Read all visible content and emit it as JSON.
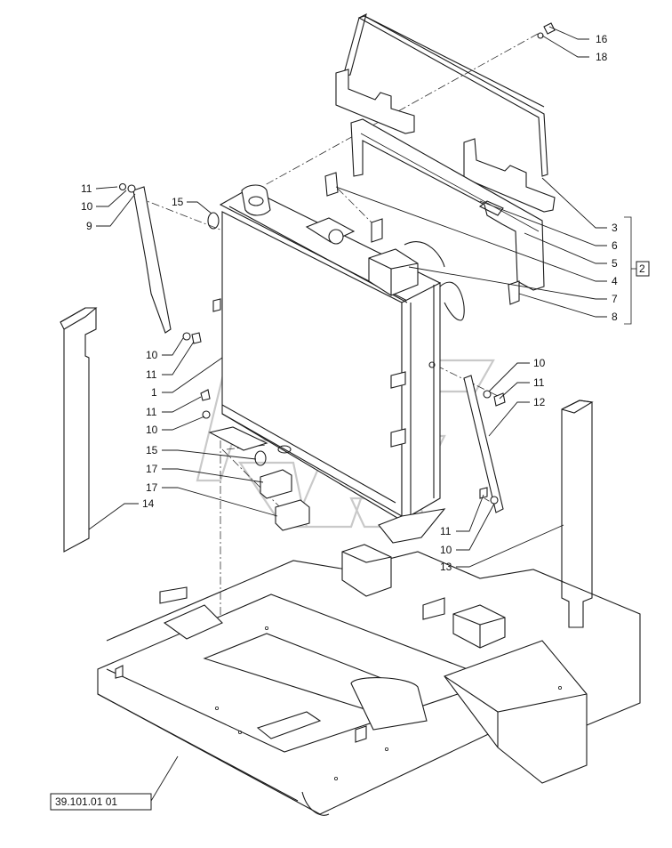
{
  "callouts": {
    "c16": "16",
    "c18": "18",
    "c11a": "11",
    "c10a": "10",
    "c9": "9",
    "c15a": "15",
    "c3": "3",
    "c6": "6",
    "c5": "5",
    "c4": "4",
    "c7": "7",
    "c8": "8",
    "c2": "2",
    "c10b": "10",
    "c11b": "11",
    "c1": "1",
    "c11c": "11",
    "c10c": "10",
    "c15b": "15",
    "c17a": "17",
    "c17b": "17",
    "c14": "14",
    "c10d": "10",
    "c11d": "11",
    "c12": "12",
    "c11e": "11",
    "c10e": "10",
    "c13": "13"
  },
  "reference": {
    "label": "39.101.01 01"
  }
}
